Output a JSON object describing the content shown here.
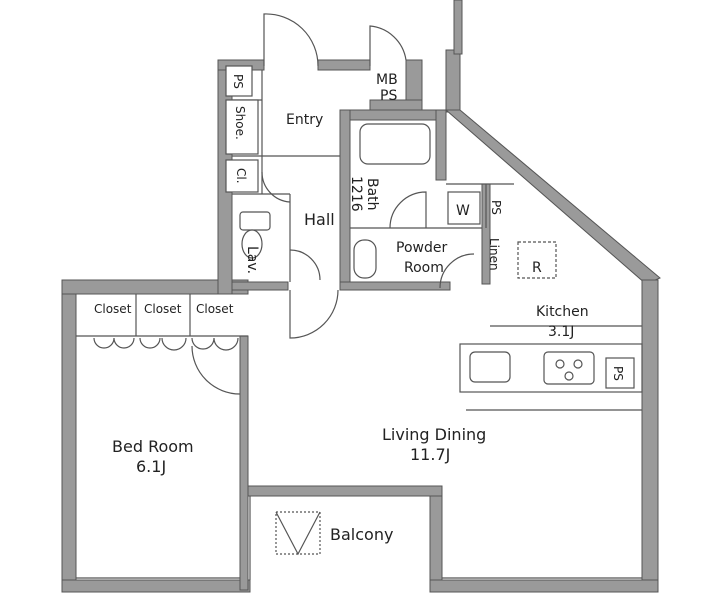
{
  "rooms": {
    "entry": "Entry",
    "hall": "Hall",
    "shoe": "Shoe.",
    "cl": "Cl.",
    "lav": "Lav.",
    "ps_entry": "PS",
    "mb": "MB",
    "mb_ps": "PS",
    "bath": "Bath",
    "bath_size": "1216",
    "washer": "W",
    "ps_bath": "PS",
    "powder_1": "Powder",
    "powder_2": "Room",
    "linen": "Linen",
    "fridge": "R",
    "kitchen": "Kitchen",
    "kitchen_size": "3.1J",
    "ps_kitchen": "PS",
    "closet_1": "Closet",
    "closet_2": "Closet",
    "closet_3": "Closet",
    "bedroom": "Bed Room",
    "bedroom_size": "6.1J",
    "living": "Living Dining",
    "living_size": "11.7J",
    "balcony": "Balcony"
  }
}
